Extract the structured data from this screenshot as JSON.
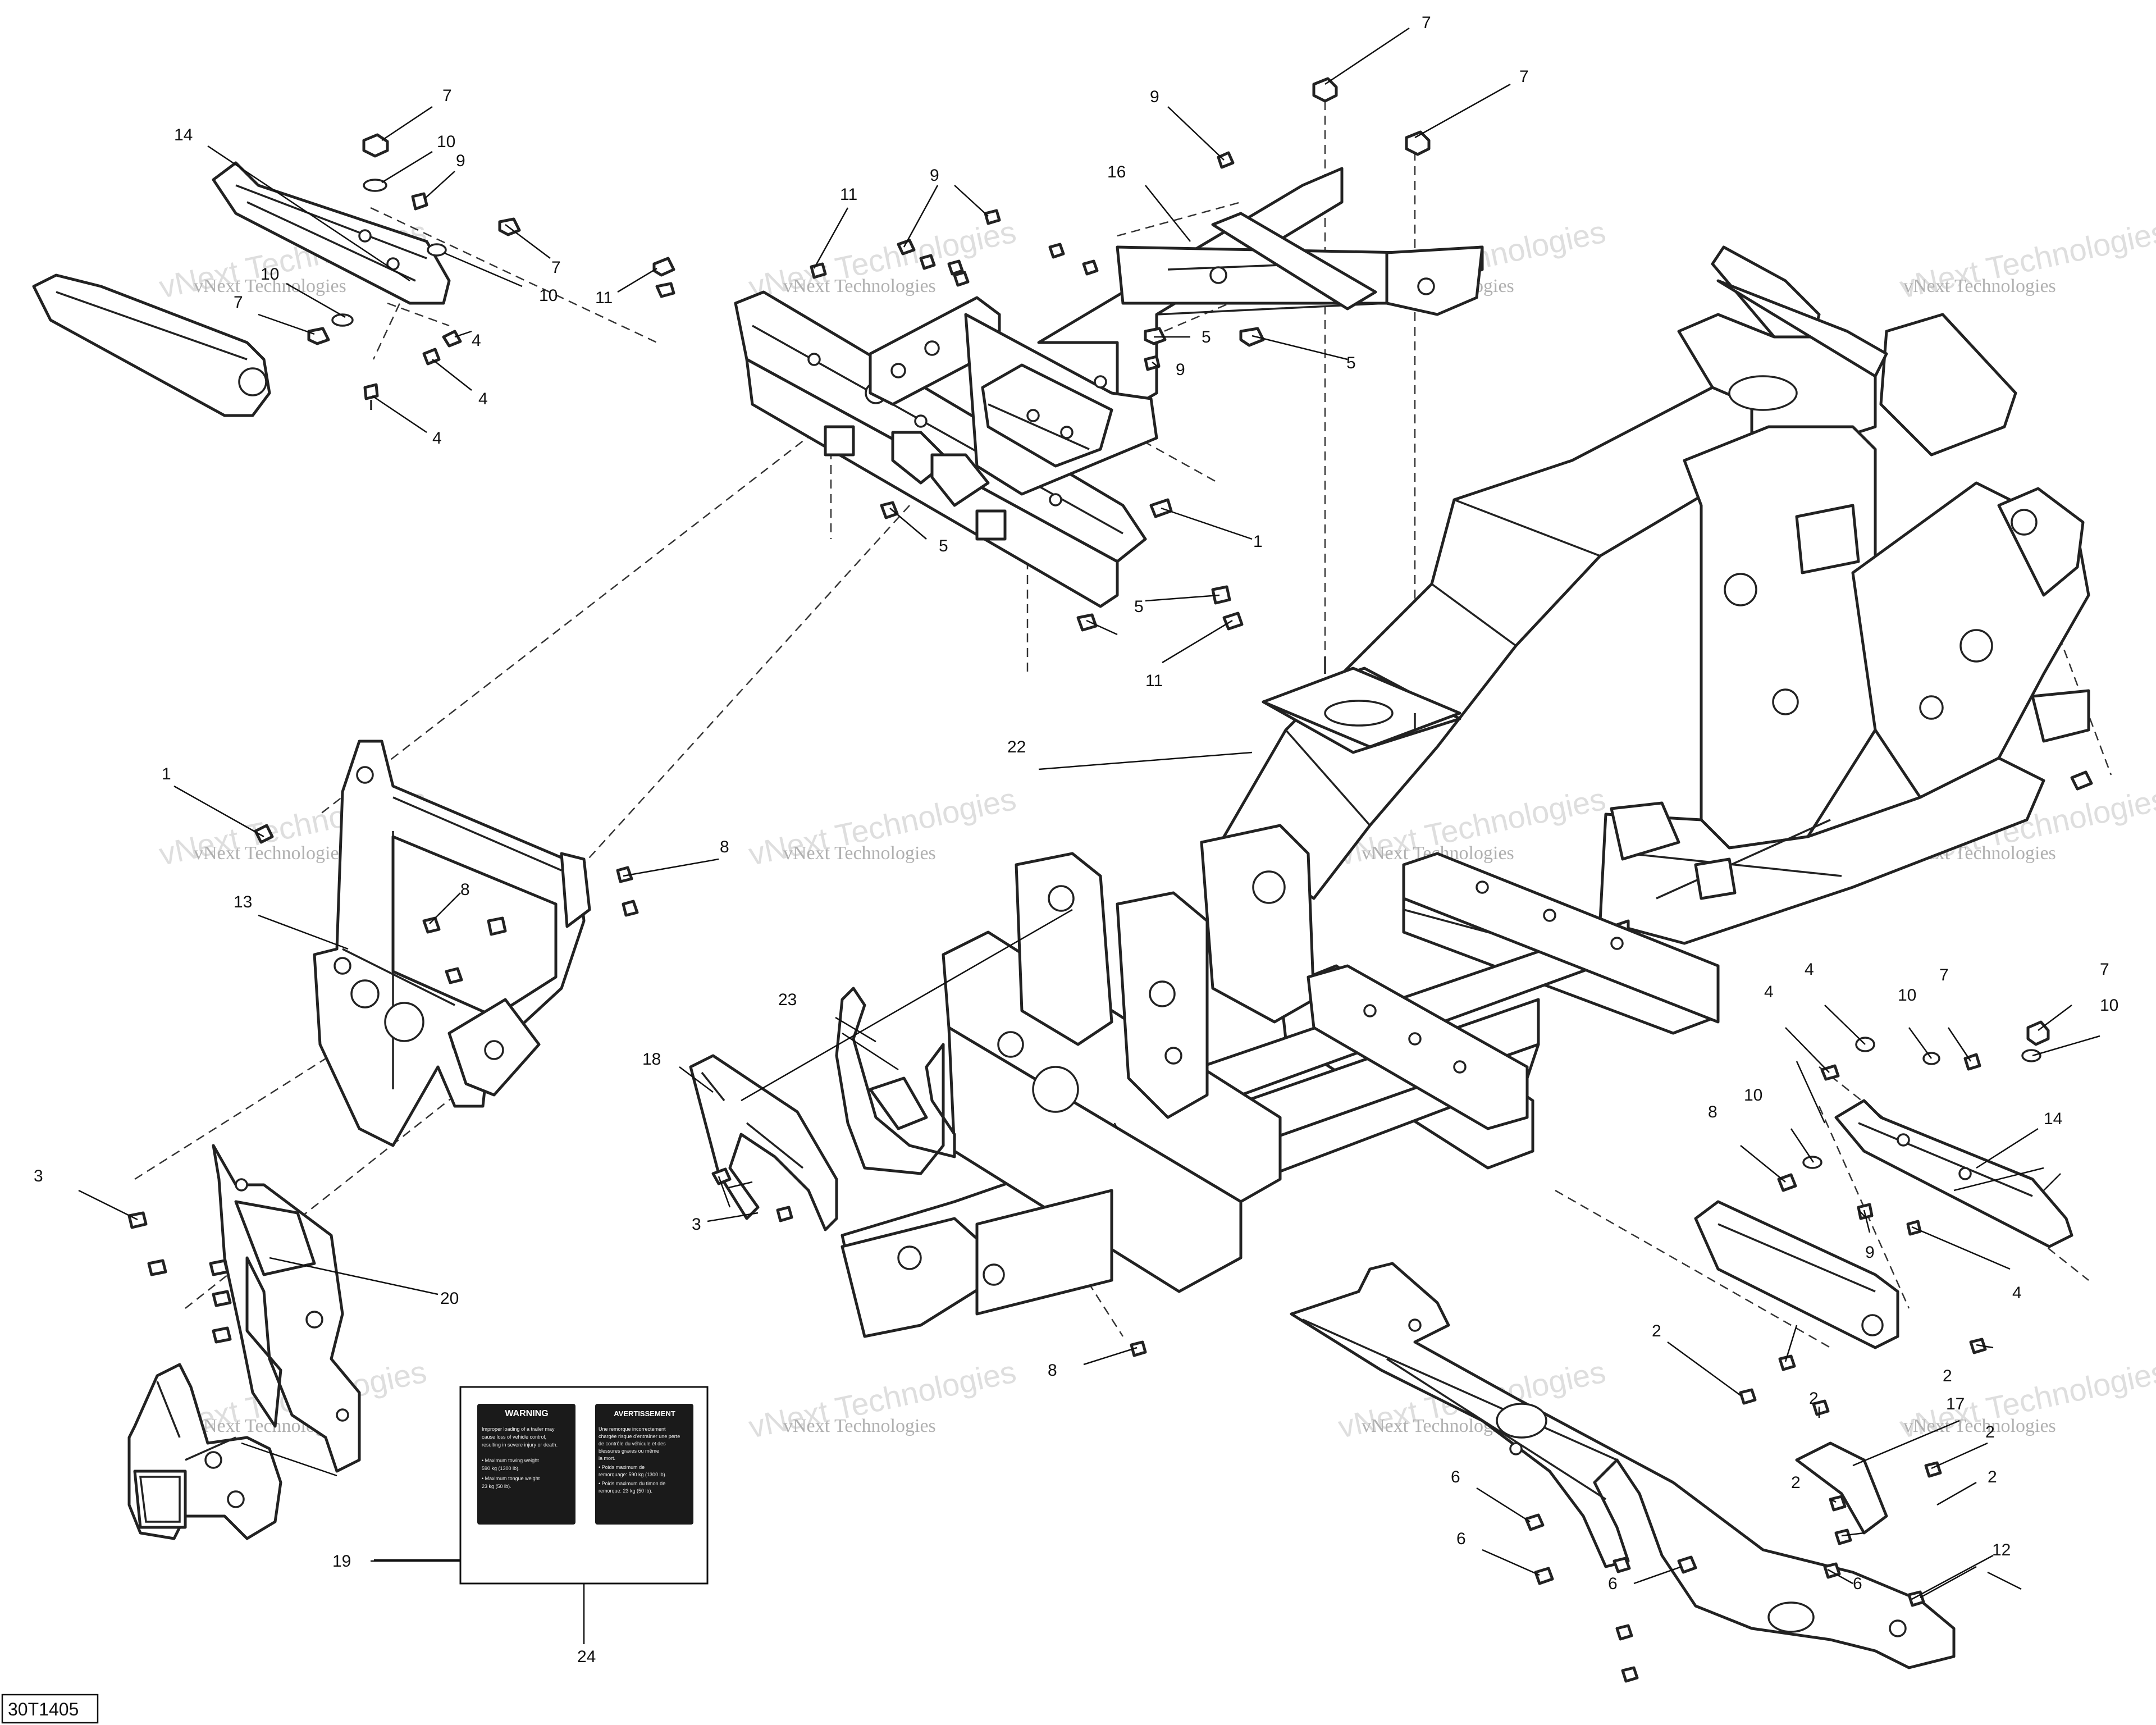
{
  "diagram_code": "30T1405",
  "watermark": {
    "line1": "vNext Technologies",
    "line2": "vNext Technologies"
  },
  "decal_left": {
    "heading": "WARNING",
    "lines": [
      "Improper loading of a trailer may",
      "cause loss of vehicle control,",
      "resulting in severe injury or death.",
      "",
      "• Maximum towing weight",
      "  590 kg (1300 lb).",
      "• Maximum tongue weight",
      "  23 kg (50 lb)."
    ]
  },
  "decal_right": {
    "heading": "AVERTISSEMENT",
    "lines": [
      "Une remorque incorrectement",
      "chargée risque d'entraîner une perte",
      "de contrôle du véhicule et des",
      "blessures graves ou même",
      "la mort.",
      "• Poids maximum de",
      "  remorquage: 590 kg (1300 lb).",
      "• Poids maximum du timon de",
      "  remorque: 23 kg (50 lb)."
    ]
  },
  "callouts": [
    {
      "n": "1"
    },
    {
      "n": "1"
    },
    {
      "n": "2"
    },
    {
      "n": "2"
    },
    {
      "n": "2"
    },
    {
      "n": "2"
    },
    {
      "n": "2"
    },
    {
      "n": "2"
    },
    {
      "n": "3"
    },
    {
      "n": "3"
    },
    {
      "n": "4"
    },
    {
      "n": "4"
    },
    {
      "n": "4"
    },
    {
      "n": "4"
    },
    {
      "n": "4"
    },
    {
      "n": "4"
    },
    {
      "n": "5"
    },
    {
      "n": "5"
    },
    {
      "n": "5"
    },
    {
      "n": "5"
    },
    {
      "n": "6"
    },
    {
      "n": "6"
    },
    {
      "n": "6"
    },
    {
      "n": "6"
    },
    {
      "n": "7"
    },
    {
      "n": "7"
    },
    {
      "n": "7"
    },
    {
      "n": "7"
    },
    {
      "n": "7"
    },
    {
      "n": "7"
    },
    {
      "n": "7"
    },
    {
      "n": "8"
    },
    {
      "n": "8"
    },
    {
      "n": "8"
    },
    {
      "n": "9"
    },
    {
      "n": "9"
    },
    {
      "n": "9"
    },
    {
      "n": "9"
    },
    {
      "n": "9"
    },
    {
      "n": "10"
    },
    {
      "n": "10"
    },
    {
      "n": "10"
    },
    {
      "n": "10"
    },
    {
      "n": "10"
    },
    {
      "n": "11"
    },
    {
      "n": "11"
    },
    {
      "n": "11"
    },
    {
      "n": "12"
    },
    {
      "n": "13"
    },
    {
      "n": "14"
    },
    {
      "n": "14"
    },
    {
      "n": "16"
    },
    {
      "n": "17"
    },
    {
      "n": "18"
    },
    {
      "n": "19"
    },
    {
      "n": "20"
    },
    {
      "n": "22"
    },
    {
      "n": "23"
    },
    {
      "n": "24"
    }
  ]
}
